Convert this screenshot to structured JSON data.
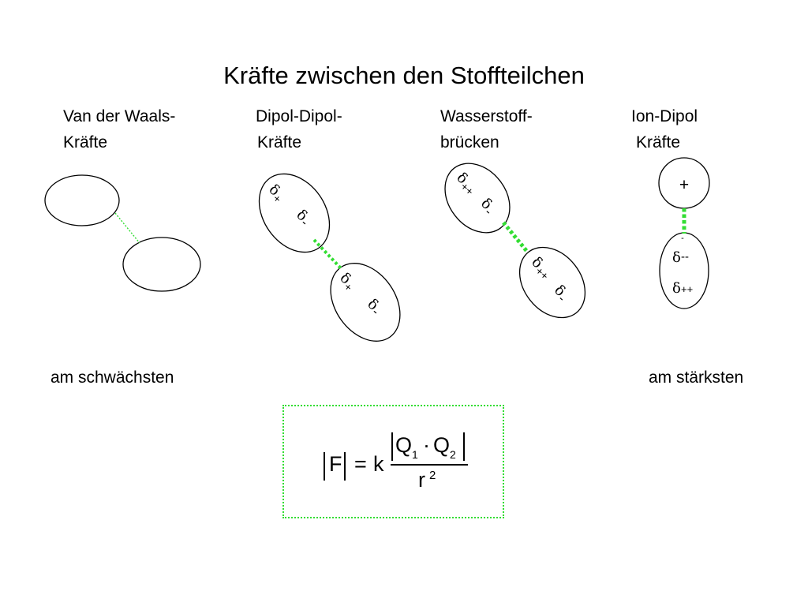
{
  "title": "Kräfte zwischen den Stoffteilchen",
  "columns": [
    {
      "line1": "Van der Waals-",
      "line2": "Kräfte"
    },
    {
      "line1": "Dipol-Dipol-",
      "line2": "Kräfte"
    },
    {
      "line1": "Wasserstoff-",
      "line2": "brücken"
    },
    {
      "line1": "Ion-Dipol",
      "line2": "Kräfte"
    }
  ],
  "bottom": {
    "weakest": "am schwächsten",
    "strongest": "am stärksten"
  },
  "symbols": {
    "delta": "δ",
    "plus": "+",
    "minus": "-",
    "double_plus": "++",
    "double_minus": "--",
    "ion_plus": "+",
    "ion_minus": "-"
  },
  "formula": {
    "lhs": "F",
    "equals": "=",
    "k": "k",
    "q1": "Q",
    "q1_sub": "1",
    "dot": "·",
    "q2": "Q",
    "q2_sub": "2",
    "r": "r",
    "r_sup": "2"
  },
  "colors": {
    "bond": "#33dd33",
    "outline": "#000000"
  }
}
